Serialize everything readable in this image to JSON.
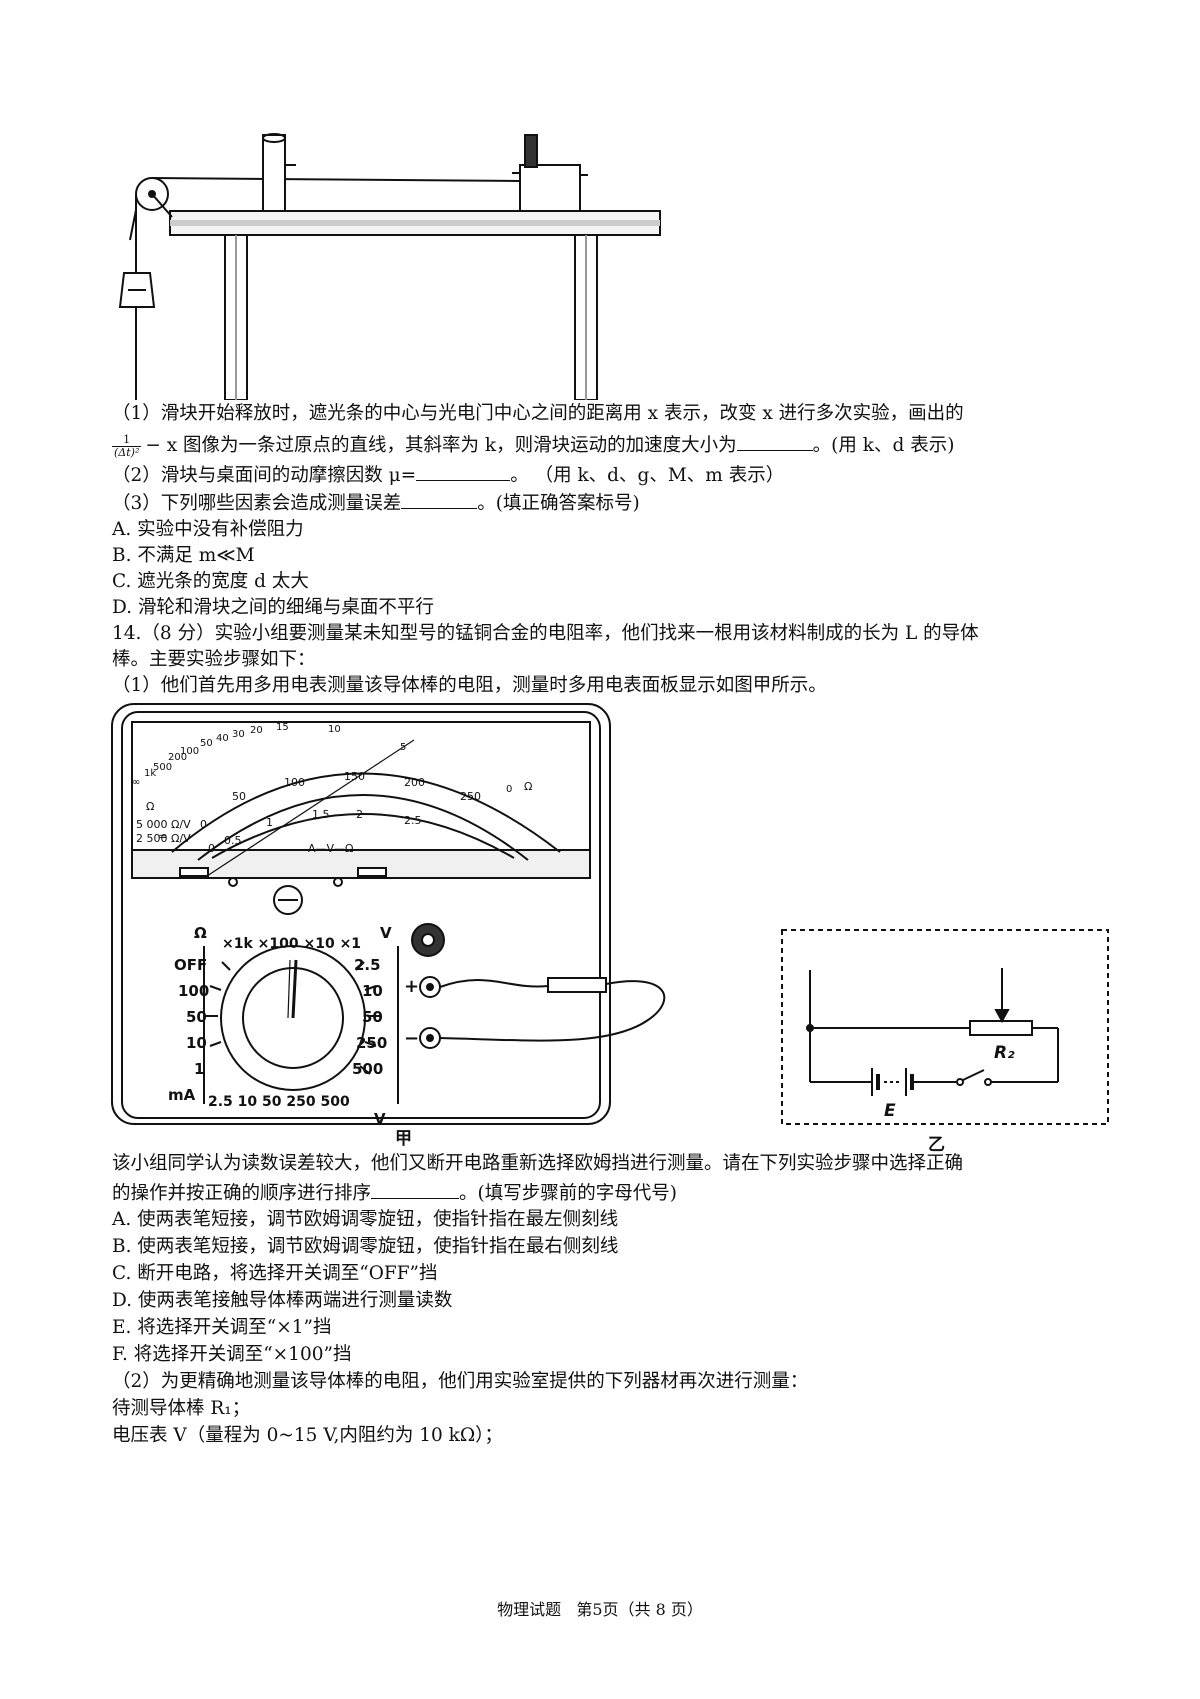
{
  "q13": {
    "p1a": "（1）滑块开始释放时，遮光条的中心与光电门中心之间的距离用 x 表示，改变 x 进行多次实验，画出的",
    "frac_num": "1",
    "frac_den": "(Δt)²",
    "p1b_pre": "− x  图像为一条过原点的直线，其斜率为 k，则滑块运动的加速度大小为",
    "p1b_post": "。(用 k、d 表示)",
    "p2_pre": "（2）滑块与桌面间的动摩擦因数 μ=",
    "p2_post": "。 （用 k、d、g、M、m 表示）",
    "p3_pre": "（3）下列哪些因素会造成测量误差",
    "p3_post": "。(填正确答案标号)",
    "options": [
      "A. 实验中没有补偿阻力",
      "B. 不满足 m≪M",
      "C. 遮光条的宽度 d 太大",
      "D. 滑轮和滑块之间的细绳与桌面不平行"
    ]
  },
  "q14": {
    "intro1": "14.（8 分）实验小组要测量某未知型号的锰铜合金的电阻率，他们找来一根用该材料制成的长为 L 的导体",
    "intro2": "棒。主要实验步骤如下：",
    "p1": "（1）他们首先用多用电表测量该导体棒的电阻，测量时多用电表面板显示如图甲所示。",
    "after1": "该小组同学认为读数误差较大，他们又断开电路重新选择欧姆挡进行测量。请在下列实验步骤中选择正确",
    "after2_pre": "的操作并按正确的顺序进行排序",
    "after2_post": "。(填写步骤前的字母代号)",
    "steps": [
      "A. 使两表笔短接，调节欧姆调零旋钮，使指针指在最左侧刻线",
      "B. 使两表笔短接，调节欧姆调零旋钮，使指针指在最右侧刻线",
      "C. 断开电路，将选择开关调至“OFF”挡",
      "D. 使两表笔接触导体棒两端进行测量读数",
      "E. 将选择开关调至“×1”挡",
      "F. 将选择开关调至“×100”挡"
    ],
    "p2": "（2）为更精确地测量该导体棒的电阻，他们用实验室提供的下列器材再次进行测量：",
    "item1": "待测导体棒 R₁；",
    "item2": "电压表 V（量程为 0~15 V,内阻约为 10 kΩ）；"
  },
  "figures": {
    "jia": "甲",
    "yi": "乙",
    "meter": {
      "scale_ohm": [
        "∞",
        "1k",
        "500",
        "200",
        "100",
        "50",
        "40",
        "30",
        "20",
        "15",
        "10",
        "5",
        "0"
      ],
      "scale_dc": [
        "0",
        "50",
        "100",
        "150",
        "200",
        "250"
      ],
      "scale_ac": [
        "0",
        "0.5",
        "1",
        "1.5",
        "2",
        "2.5"
      ],
      "left_marks": [
        "Ω",
        "≃",
        "Ω"
      ],
      "sens1": "5 000 Ω/V",
      "sens2": "2 500 Ω/V",
      "unit_label": "A—V—Ω",
      "omega_label": "Ω",
      "v_label": "V",
      "ohm_ranges": "×1k  ×100  ×10  ×1",
      "off": "OFF",
      "ma_ranges": [
        "100",
        "50",
        "10",
        "1"
      ],
      "ma_unit": "mA",
      "v_ranges_right": [
        "2.5",
        "10",
        "50",
        "250",
        "500"
      ],
      "v_ranges_bottom": "2.5   10   50  250  500",
      "plus": "+",
      "minus": "−"
    },
    "circuit": {
      "r2": "R₂",
      "e": "E"
    }
  },
  "footer": "物理试题   第5页（共 8 页）"
}
